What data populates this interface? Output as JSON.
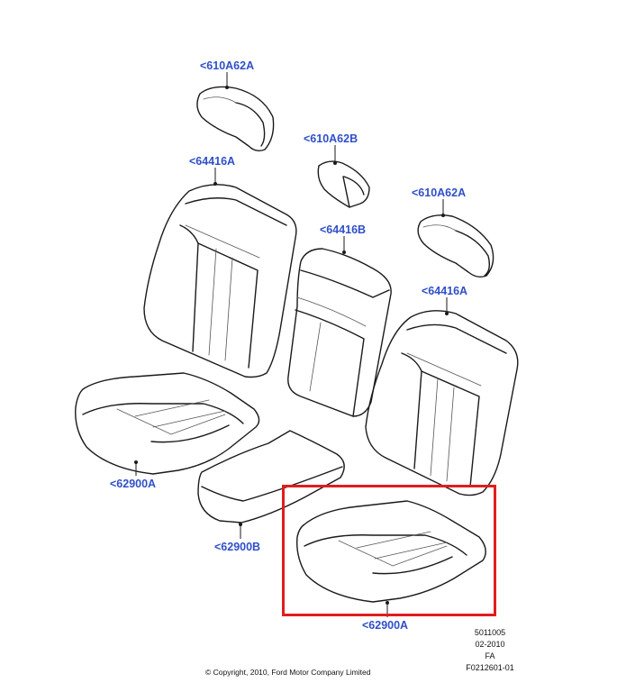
{
  "colors": {
    "callout": "#2f4fc9",
    "highlight": "#e11d1d",
    "lines": "#1a1a1a"
  },
  "callouts": {
    "headrest_left": "<610A62A",
    "headrest_center": "<610A62B",
    "headrest_right": "<610A62A",
    "backrest_left": "<64416A",
    "backrest_center": "<64416B",
    "backrest_right": "<64416A",
    "cushion_left": "<62900A",
    "cushion_center": "<62900B",
    "cushion_right": "<62900A"
  },
  "highlighted_part": "cushion_right",
  "meta": {
    "line1": "5011005",
    "line2": "02-2010",
    "line3": "FA",
    "line4": "F0212601-01"
  },
  "copyright": "© Copyright, 2010, Ford Motor Company Limited"
}
